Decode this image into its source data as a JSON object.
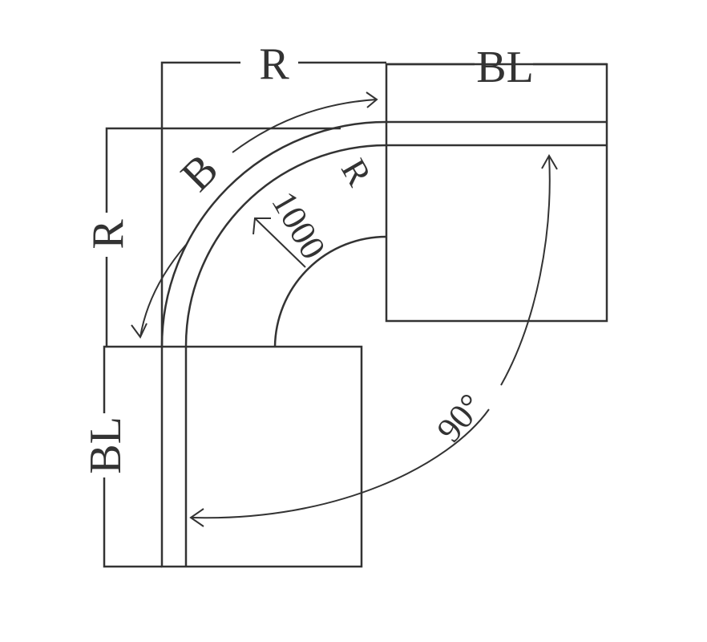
{
  "labels": {
    "top_radius": "R",
    "top_back_length": "BL",
    "left_radius": "R",
    "left_back_length": "BL",
    "back_arc": "B",
    "radius_prefix": "R",
    "radius_value": "1000",
    "angle": "90°"
  },
  "colors": {
    "line": "#333333",
    "background": "#ffffff"
  }
}
